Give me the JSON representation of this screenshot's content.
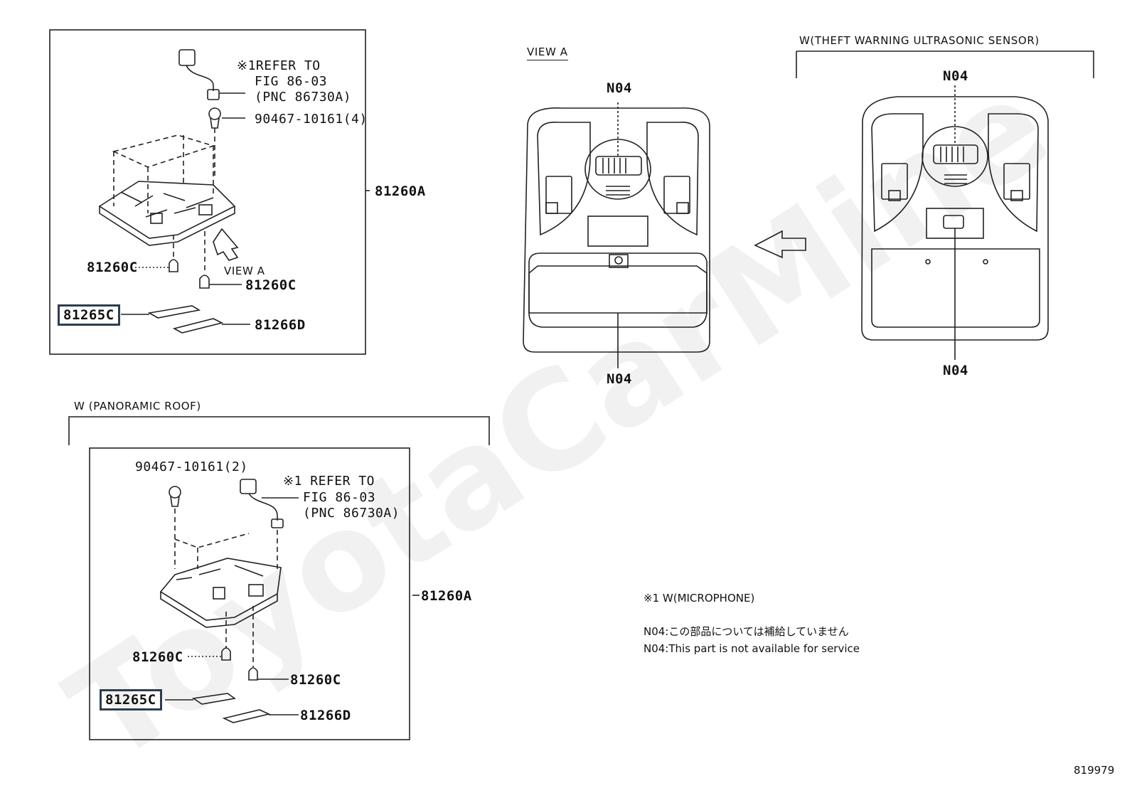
{
  "watermark": "ToyotaCarMine",
  "top_left_panel": {
    "refer_mark": "※1REFER TO",
    "refer_fig": "FIG 86-03",
    "refer_pnc": "(PNC 86730A)",
    "clip_part": "90467-10161(4)",
    "assembly_part": "81260A",
    "bulb_left": "81260C",
    "view_arrow_label": "VIEW A",
    "bulb_right": "81260C",
    "lens_highlighted": "81265C",
    "lens_other": "81266D"
  },
  "view_a": {
    "title": "VIEW A",
    "callout_top": "N04",
    "callout_bottom": "N04"
  },
  "theft_sensor": {
    "title": "W(THEFT WARNING ULTRASONIC SENSOR)",
    "callout_top": "N04",
    "callout_bottom": "N04"
  },
  "panoramic_panel": {
    "title": "W (PANORAMIC ROOF)",
    "clip_part": "90467-10161(2)",
    "refer_mark": "※1 REFER TO",
    "refer_fig": "FIG 86-03",
    "refer_pnc": "(PNC 86730A)",
    "assembly_part": "81260A",
    "bulb_left": "81260C",
    "bulb_right": "81260C",
    "lens_highlighted": "81265C",
    "lens_other": "81266D"
  },
  "notes": {
    "microphone": "※1 W(MICROPHONE)",
    "n04_japanese": "N04:この部品については補給していません",
    "n04_english": "N04:This part is not available for service"
  },
  "figure_number": "819979",
  "colors": {
    "line": "#222222",
    "highlight_border": "#2d3e4e",
    "background": "#ffffff"
  }
}
